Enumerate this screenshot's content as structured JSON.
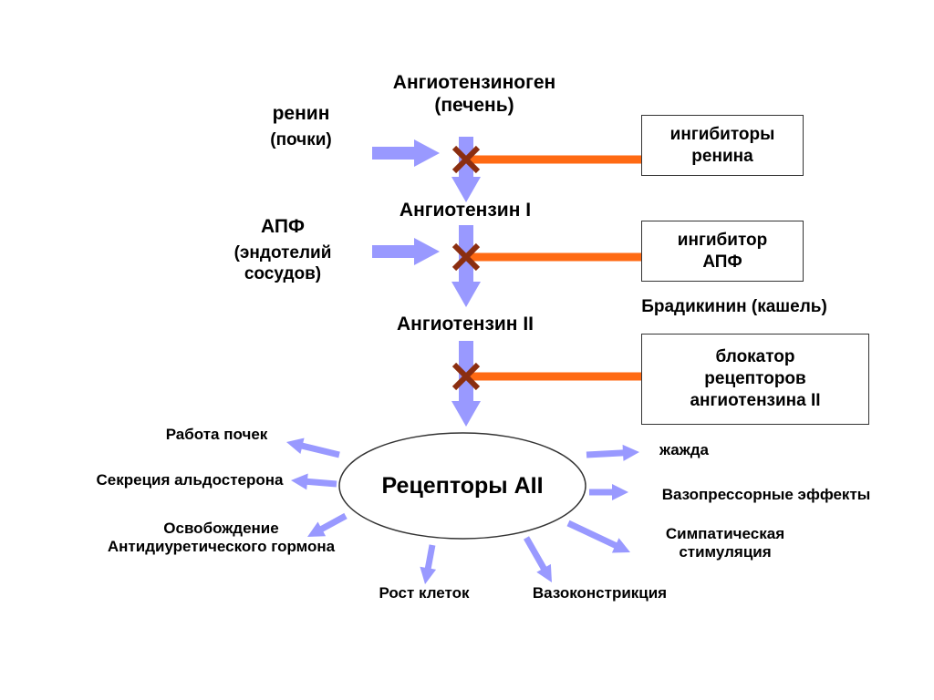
{
  "pathway": {
    "angiotensinogen": "Ангиотензиноген",
    "angiotensinogen_source": "(печень)",
    "angiotensin1": "Ангиотензин I",
    "angiotensin2": "Ангиотензин II",
    "receptors": "Рецепторы AII"
  },
  "enzymes": {
    "renin": "ренин",
    "renin_source": "(почки)",
    "ace": "АПФ",
    "ace_source_line1": "(эндотелий",
    "ace_source_line2": "сосудов)"
  },
  "inhibitors": {
    "renin_inhibitors": "ингибиторы\nренина",
    "ace_inhibitor": "ингибитор\nАПФ",
    "bradykinin": "Брадикинин (кашель)",
    "receptor_blocker": "блокатор\nрецепторов\nангиотензина II"
  },
  "effects": {
    "kidney": "Работа почек",
    "aldosterone": "Секреция альдостерона",
    "adh_line1": "Освобождение",
    "adh_line2": "Антидиуретического гормона",
    "cell_growth": "Рост клеток",
    "vasoconstriction": "Вазоконстрикция",
    "thirst": "жажда",
    "vasopressor": "Вазопрессорные эффекты",
    "sympathetic_line1": "Симпатическая",
    "sympathetic_line2": "стимуляция"
  },
  "colors": {
    "flow_arrow": "#9999ff",
    "inhibition_line": "#ff6a13",
    "cross_mark": "#8b2e10"
  }
}
